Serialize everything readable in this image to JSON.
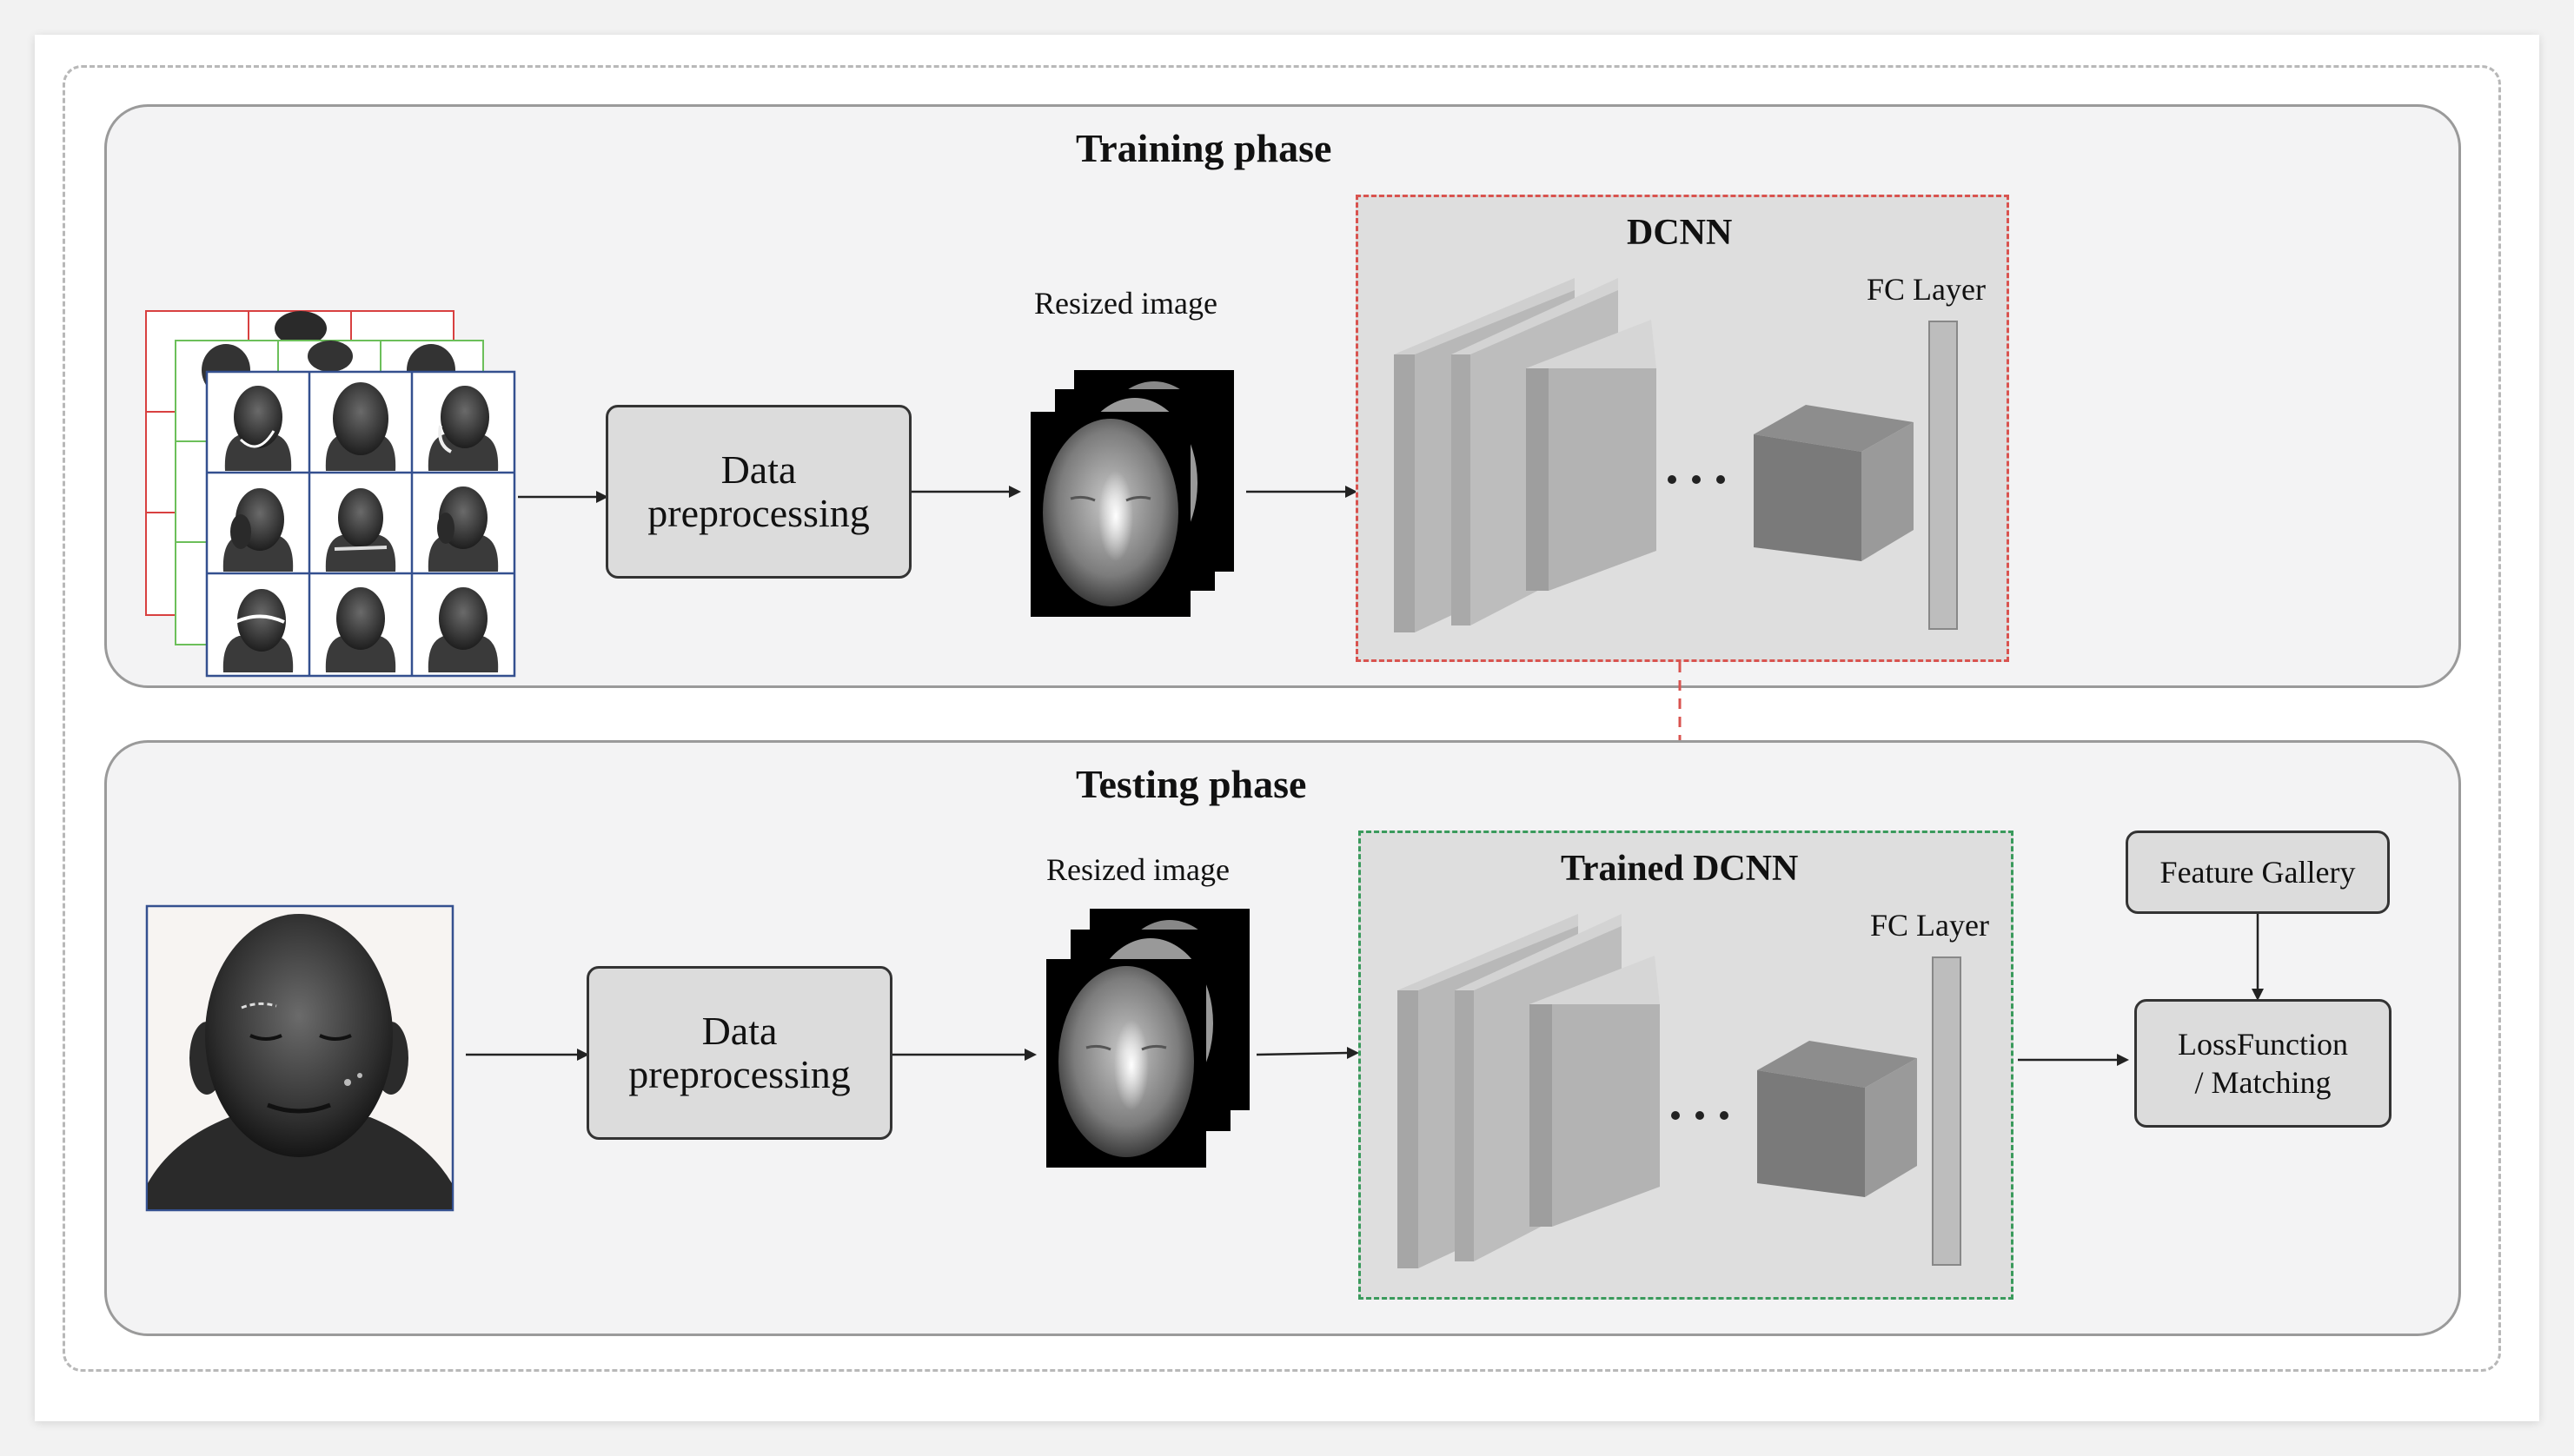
{
  "training": {
    "title": "Training phase",
    "preprocess_label": "Data\npreprocessing",
    "resized_label": "Resized image",
    "dcnn_title": "DCNN",
    "fc_label": "FC Layer"
  },
  "testing": {
    "title": "Testing phase",
    "preprocess_label": "Data\npreprocessing",
    "resized_label": "Resized image",
    "dcnn_title": "Trained DCNN",
    "fc_label": "FC Layer",
    "gallery_label": "Feature Gallery",
    "loss_label": "LossFunction\n/ Matching"
  },
  "colors": {
    "training_dcnn_border": "#d9534f",
    "testing_dcnn_border": "#3a9a5c",
    "transfer_arrow": "#d9534f",
    "grid_red": "#d84040",
    "grid_green": "#6cbf5a",
    "grid_blue": "#34508f"
  },
  "icons": {
    "face_grid": "face-grid-icon",
    "resized_stack": "face-stack-icon",
    "probe_face": "probe-face-icon",
    "conv_layers": "conv-layer-icon",
    "fc_layer": "fc-layer-icon"
  }
}
